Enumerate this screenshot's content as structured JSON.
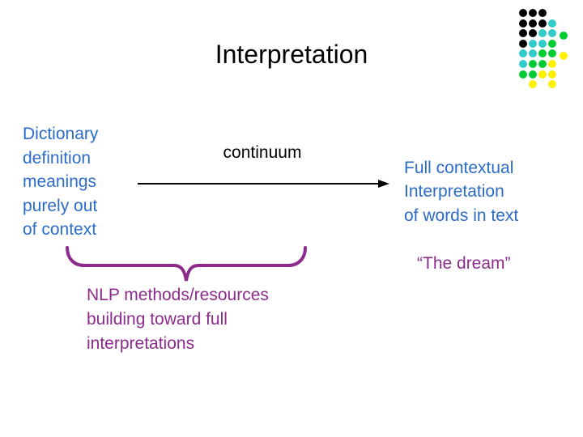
{
  "slide": {
    "title": "Interpretation",
    "left_endpoint_text": "Dictionary\ndefinition\nmeanings\npurely out\nof context",
    "continuum_label": "continuum",
    "right_endpoint_text": "Full contextual\nInterpretation\nof words in text",
    "dream_quote": "“The dream”",
    "nlp_caption": "NLP methods/resources\nbuilding toward full\ninterpretations"
  },
  "colors": {
    "background": "#FFFFFF",
    "title_text": "#000000",
    "endpoint_text_blue": "#2B6CC8",
    "purple_accent": "#8C2B8C",
    "arrow_black": "#000000"
  },
  "dot_pattern": {
    "description": "decorative corner dot grid, diagonal color gradient top-left black to bottom-right yellow",
    "rows": [
      "BBB..",
      "BBBT.",
      "BBTTG",
      "BTTG.",
      "TTGGY",
      "TGGY.",
      "GGYY.",
      ".Y.Y."
    ],
    "palette": {
      "B": "#000000",
      "T": "#33CCCC",
      "G": "#00CC33",
      "Y": "#FFF000"
    }
  }
}
